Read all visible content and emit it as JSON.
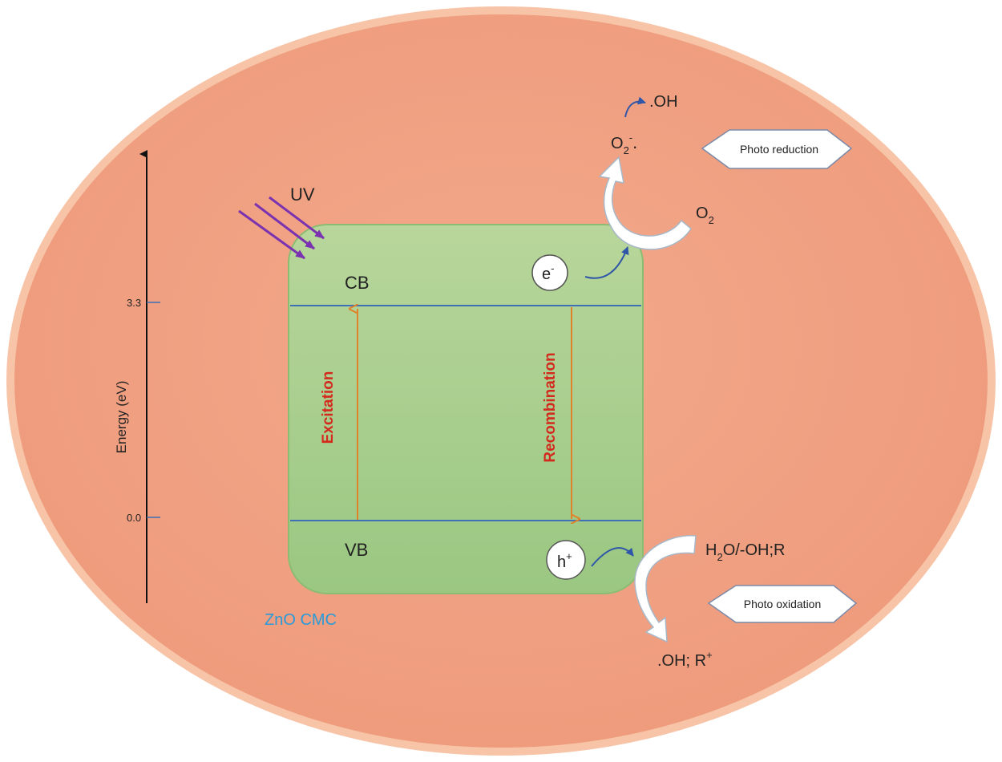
{
  "axis": {
    "label": "Energy (eV)",
    "ticks": [
      "3.3",
      "0.0"
    ]
  },
  "light": {
    "label": "UV"
  },
  "bands": {
    "conduction": "CB",
    "valence": "VB"
  },
  "processes": {
    "excitation": "Excitation",
    "recombination": "Recombination"
  },
  "carriers": {
    "electron": {
      "base": "e",
      "sup": "-"
    },
    "hole": {
      "base": "h",
      "sup": "+"
    }
  },
  "material": {
    "label": "ZnO CMC"
  },
  "reduction": {
    "box_label": "Photo reduction",
    "reactant": {
      "base": "O",
      "sub": "2"
    },
    "product": {
      "base": "O",
      "sub": "2",
      "sup": "-",
      "dot": "."
    },
    "secondary": ".OH"
  },
  "oxidation": {
    "box_label": "Photo oxidation",
    "reactant": {
      "part1": "H",
      "sub": "2",
      "part2": "O/-OH;R"
    },
    "product": {
      "base": ".OH; R",
      "sup": "+"
    }
  },
  "colors": {
    "background_ellipse": "#f2a487",
    "green_box": "#a8cf8e",
    "band_line": "#3f6fb4",
    "process_text": "#d42a1e",
    "process_arrow": "#e0822a",
    "uv_arrows": "#7a32b0",
    "material_label": "#2a9ad8",
    "small_arrows": "#2f56a8"
  }
}
